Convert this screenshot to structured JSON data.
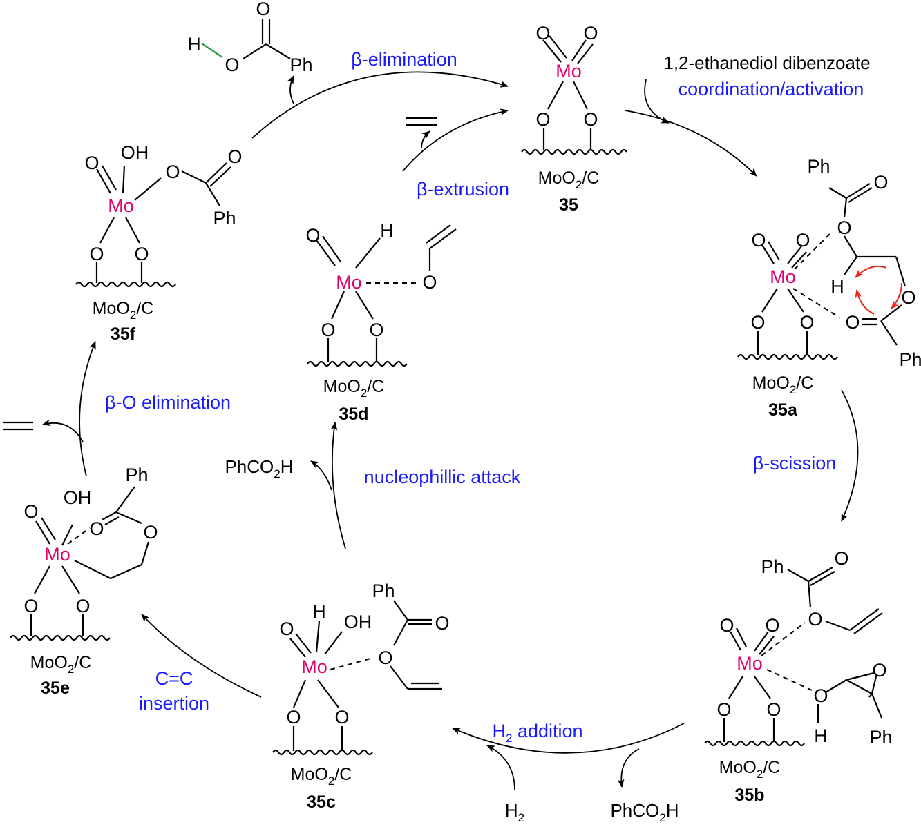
{
  "colors": {
    "molybdenum": "#e0006e",
    "step_label": "#1a1aff",
    "electron_arrow": "#e8261e",
    "oh_bond": "#2a9d3a"
  },
  "atoms": {
    "mo": "Mo",
    "o": "O",
    "h": "H",
    "ph": "Ph",
    "oh": "OH"
  },
  "support": {
    "main": "MoO",
    "sub": "2",
    "tail": "/C"
  },
  "compounds": {
    "c35": "35",
    "c35a": "35a",
    "c35b": "35b",
    "c35c": "35c",
    "c35d": "35d",
    "c35e": "35e",
    "c35f": "35f"
  },
  "steps": {
    "beta_elimination": "β-elimination",
    "beta_extrusion": "β-extrusion",
    "reagent": "1,2-ethanediol dibenzoate",
    "coordination": "coordination/activation",
    "beta_scission": "β-scission",
    "h2_addition_main": "H",
    "h2_addition_sub": "2",
    "h2_addition_tail": " addition",
    "cc_insertion_1": "C=C",
    "cc_insertion_2": "insertion",
    "nucleophilic": "nucleophillic attack",
    "beta_o_elimination": "β-O elimination"
  },
  "species": {
    "phco2h_main": "PhCO",
    "phco2h_sub": "2",
    "phco2h_tail": "H",
    "h2_main": "H",
    "h2_sub": "2"
  }
}
